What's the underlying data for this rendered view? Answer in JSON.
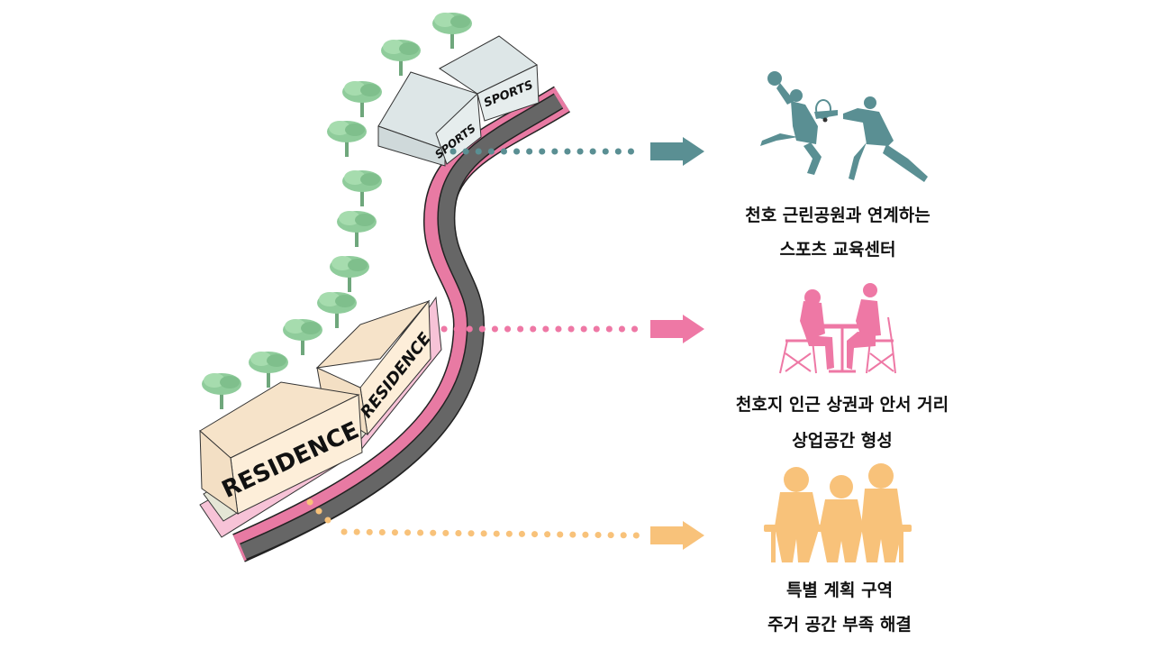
{
  "colors": {
    "sports": "#5a8f93",
    "commercial": "#ee78a5",
    "residence_connector": "#f8c27a",
    "road": "#666666",
    "road_edge": "#e87aa3",
    "building_residence": "#fdeed9",
    "building_sports": "#dde6e7",
    "tree": "#8fcc9b"
  },
  "buildings": {
    "sports_left": "SPORTS",
    "sports_right": "SPORTS",
    "residence_left": "RESIDENCE",
    "residence_right": "RESIDENCE"
  },
  "icons": {
    "sports": "basketball-and-tennis-players-icon",
    "commercial": "cafe-couple-icon",
    "residence": "bench-people-icon"
  },
  "captions": {
    "sports": {
      "line1": "천호 근린공원과 연계하는",
      "line2": "스포츠 교육센터"
    },
    "commercial": {
      "line1": "천호지 인근 상권과 안서 거리",
      "line2": "상업공간 형성"
    },
    "residence": {
      "line1": "특별 계획 구역",
      "line2": "주거 공간 부족 해결"
    }
  }
}
